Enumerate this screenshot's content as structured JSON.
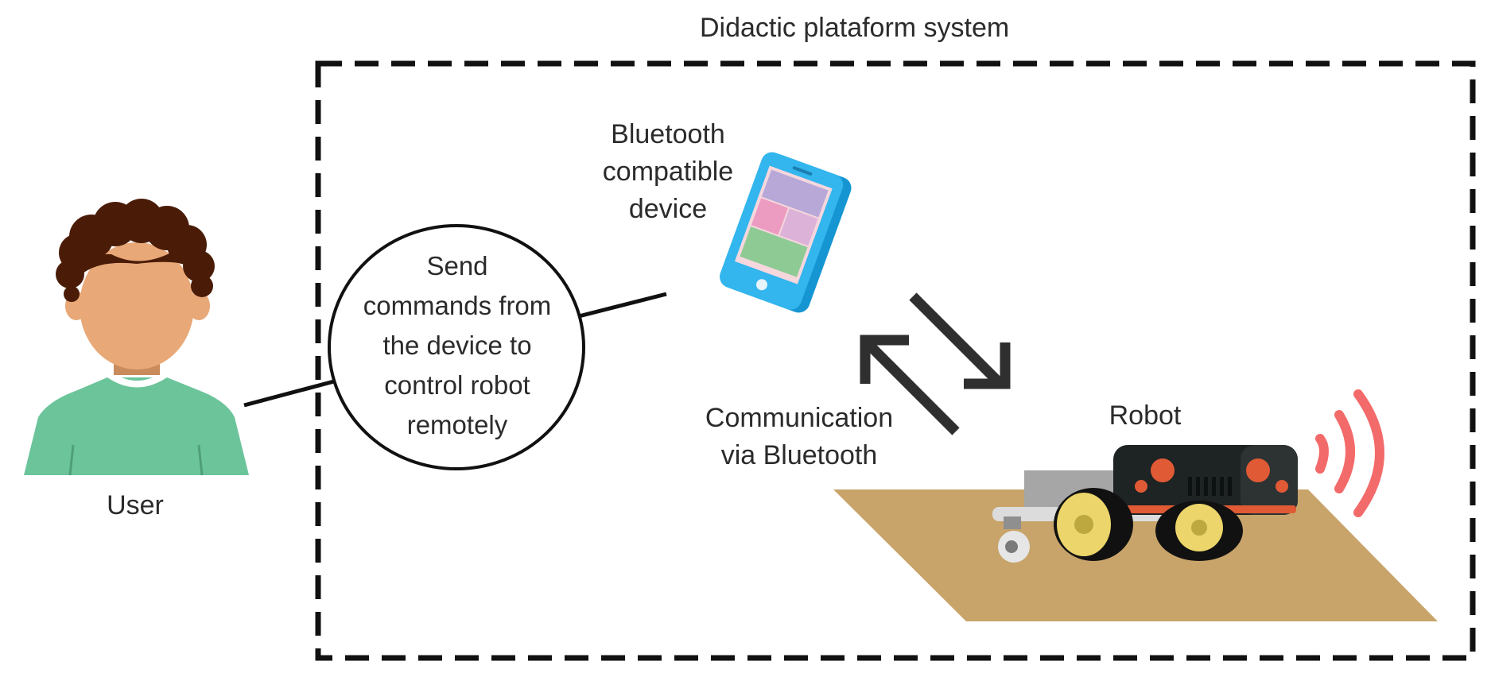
{
  "system": {
    "title": "Didactic plataform system"
  },
  "actor": {
    "label": "User"
  },
  "use_case": {
    "lines": [
      "Send",
      "commands from",
      "the device to",
      "control robot",
      "remotely"
    ]
  },
  "device": {
    "label_lines": [
      "Bluetooth",
      "compatible",
      "device"
    ],
    "icon": "smartphone-icon"
  },
  "communication": {
    "label_lines": [
      "Communication",
      "via Bluetooth"
    ],
    "icon": "bidirectional-arrows-icon"
  },
  "robot": {
    "label": "Robot",
    "icon": "robot-car-icon",
    "signal_icon": "wireless-signal-icon"
  },
  "colors": {
    "boundary": "#111111",
    "user_shirt": "#6cc49a",
    "user_skin": "#e8a877",
    "user_hair": "#4a1c08",
    "phone_body": "#1a9ad6",
    "floor": "#c8a46a",
    "robot_body": "#1e2323",
    "robot_accent": "#e05a35",
    "wheel": "#ecd56a",
    "signal": "#f36a6a"
  }
}
